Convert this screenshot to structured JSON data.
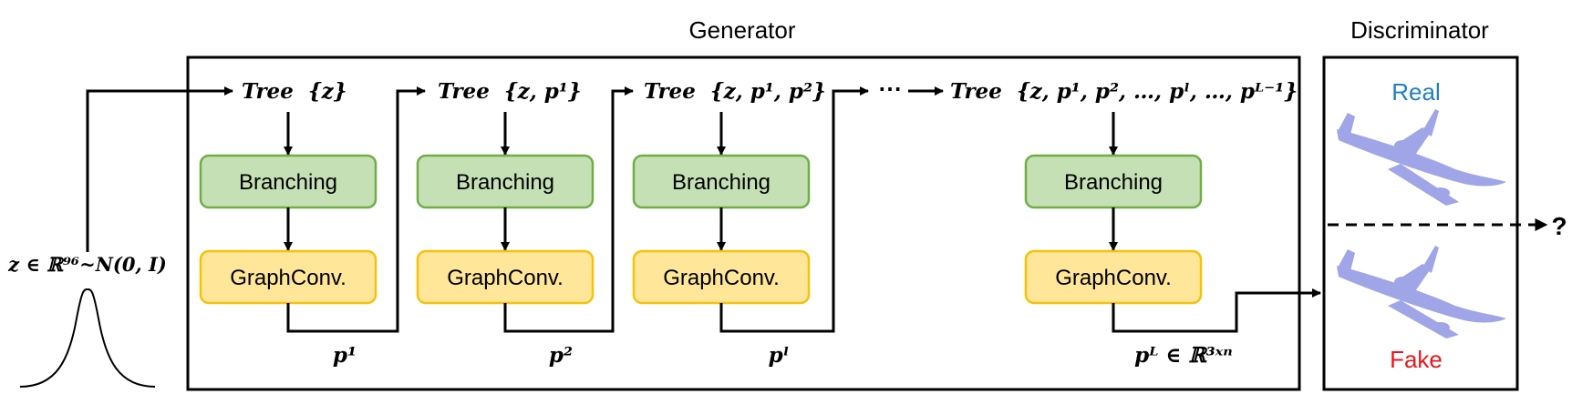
{
  "generator": {
    "title": "Generator",
    "trees": [
      {
        "keyword": "Tree",
        "set": "{z}"
      },
      {
        "keyword": "Tree",
        "set": "{z, p¹}"
      },
      {
        "keyword": "Tree",
        "set": "{z, p¹, p²}"
      },
      {
        "keyword": "Tree",
        "set": "{z, p¹, p², …, pˡ, …, pᴸ⁻¹}"
      }
    ],
    "ellipsis": "⋯",
    "branching_label": "Branching",
    "graphconv_label": "GraphConv.",
    "outputs": [
      "p¹",
      "p²",
      "pˡ",
      "pᴸ ∈ ℝ³ˣⁿ"
    ]
  },
  "input": {
    "label": "z ∈ ℝ⁹⁶~N(0, I)"
  },
  "discriminator": {
    "title": "Discriminator",
    "real_label": "Real",
    "fake_label": "Fake",
    "output": "?"
  },
  "colors": {
    "branching_fill": "#c5e0b4",
    "branching_stroke": "#70ad47",
    "graphconv_fill": "#ffe699",
    "graphconv_stroke": "#f4c20d",
    "real": "#1f7fc1",
    "fake": "#e8161b",
    "plane": "#8f96e3"
  }
}
